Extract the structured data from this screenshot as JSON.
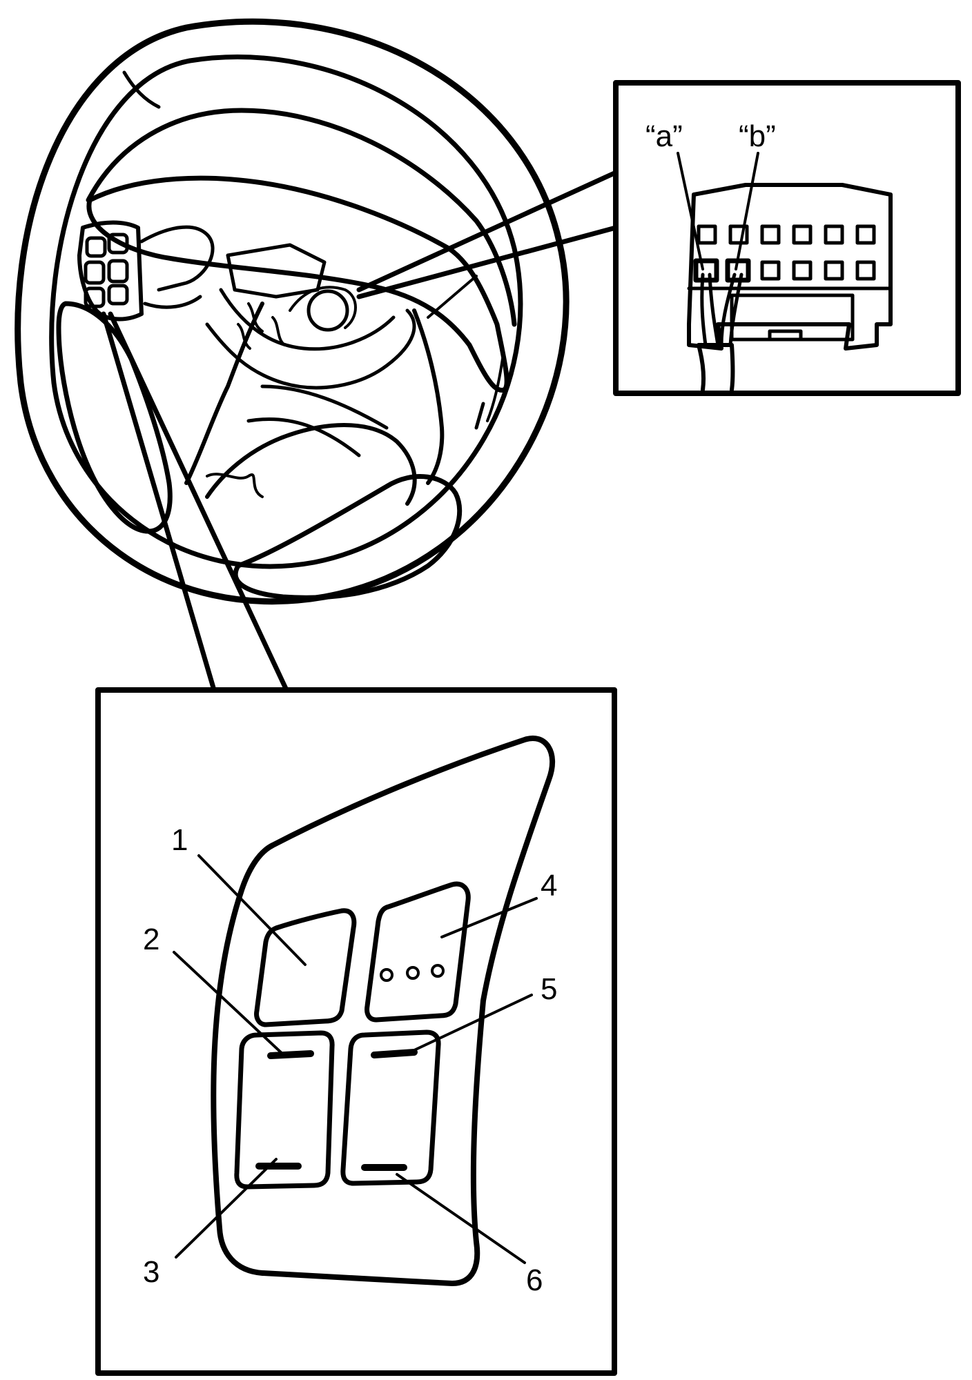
{
  "callouts": {
    "connector_terminal_a": "“a”",
    "connector_terminal_b": "“b”",
    "button_1": "1",
    "button_2": "2",
    "button_3": "3",
    "button_4": "4",
    "button_5": "5",
    "button_6": "6"
  },
  "colors": {
    "line": "#000000",
    "background": "#ffffff"
  }
}
